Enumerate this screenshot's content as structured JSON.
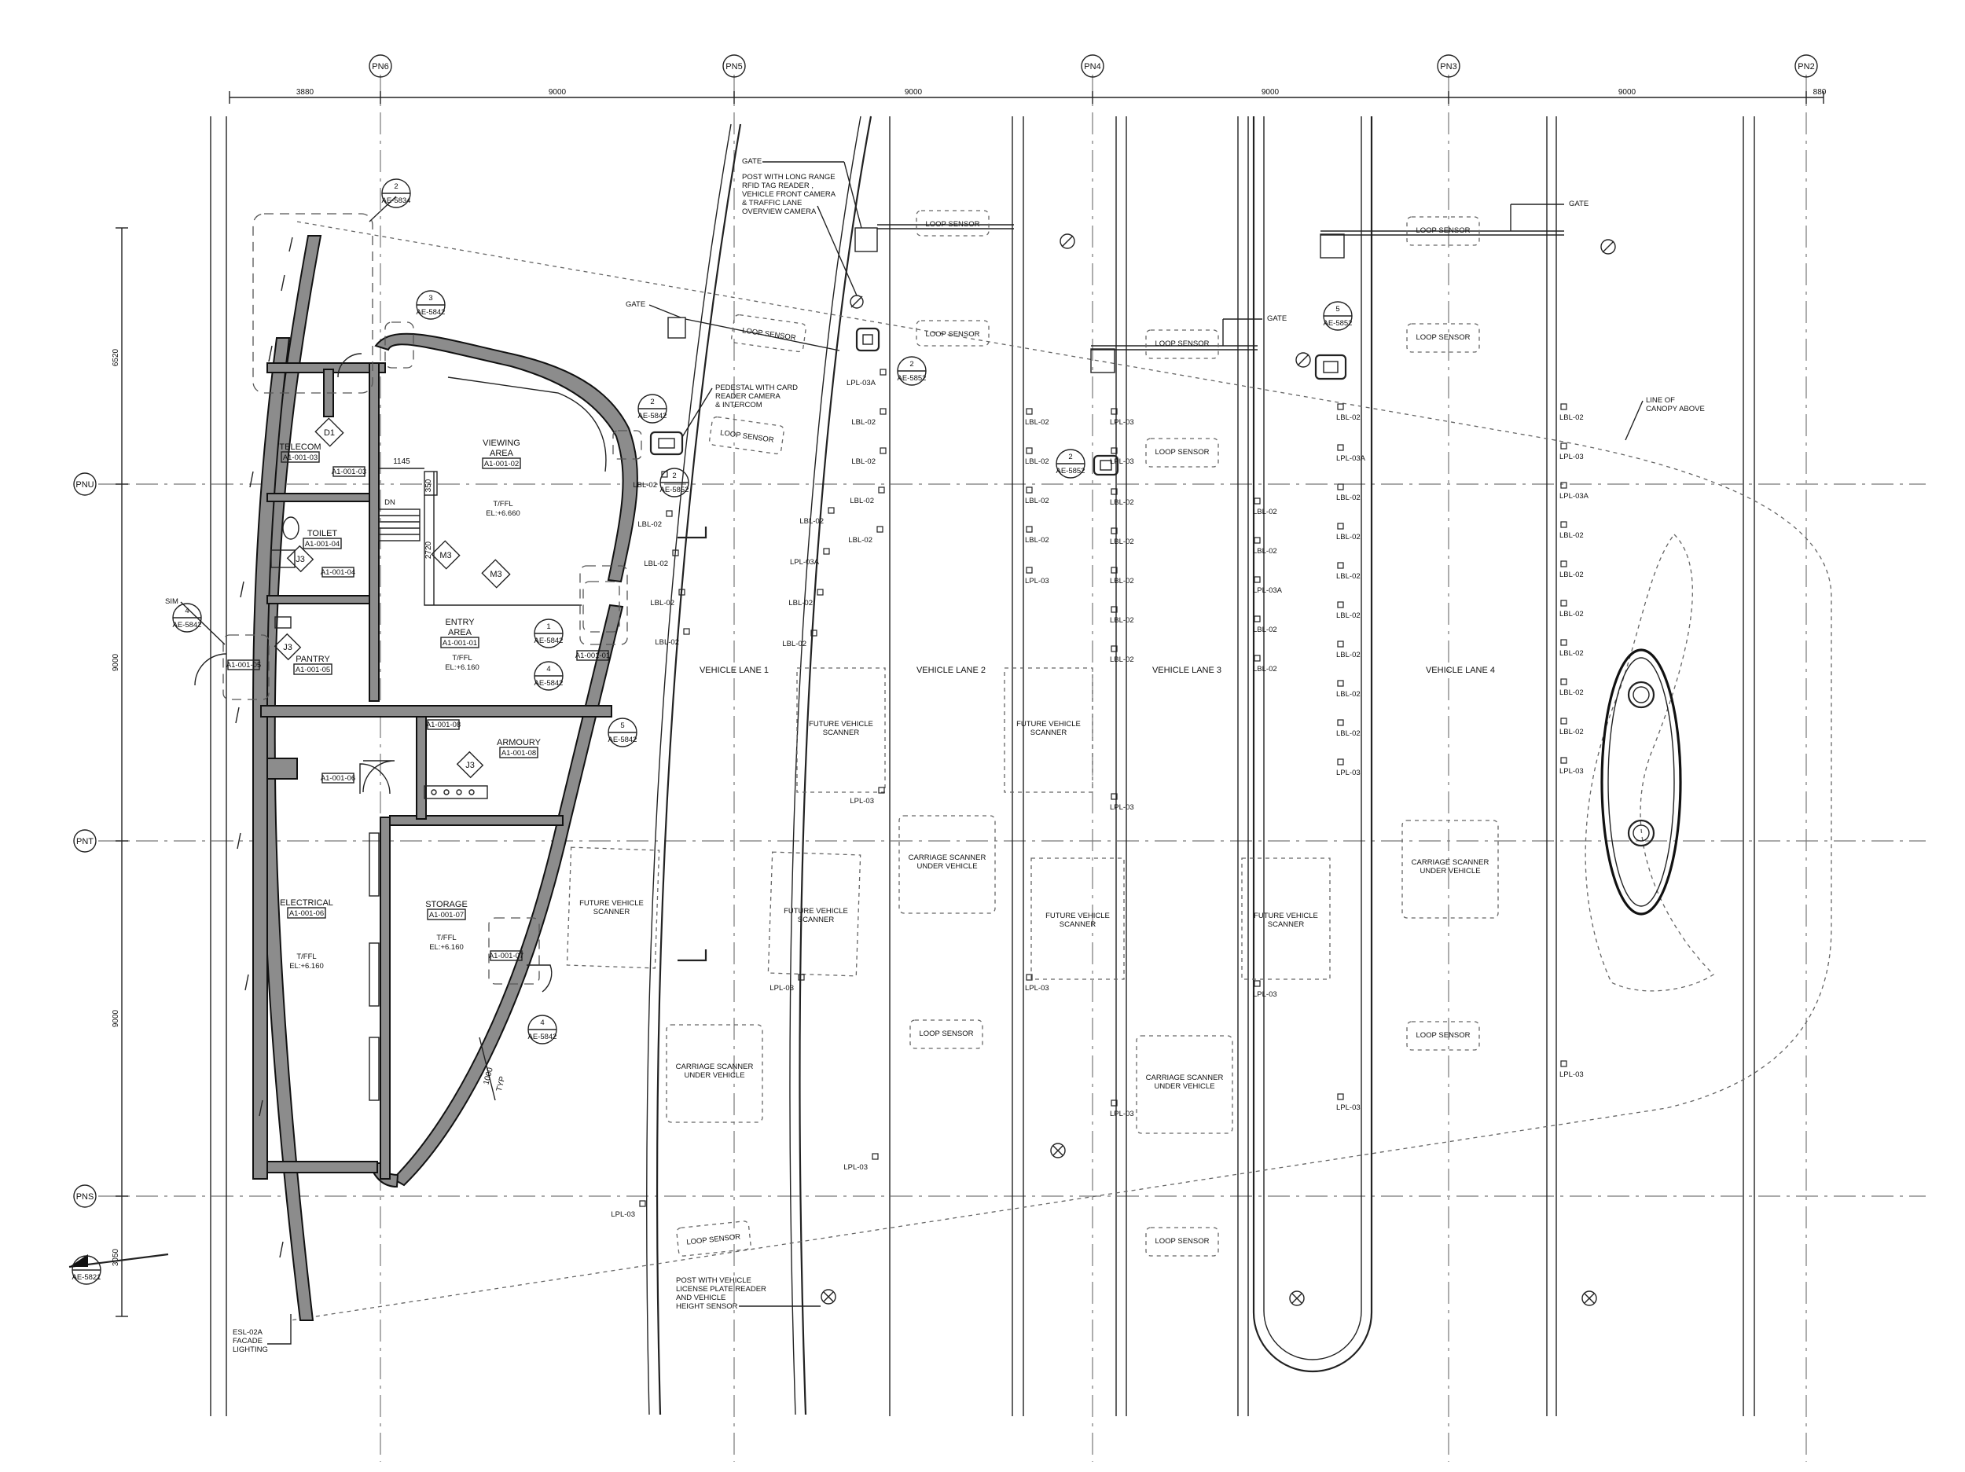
{
  "grid": {
    "columns": [
      "PN6",
      "PN5",
      "PN4",
      "PN3",
      "PN2"
    ],
    "rows": [
      "PNU",
      "PNT",
      "PNS"
    ],
    "top_dims": [
      "3880",
      "9000",
      "9000",
      "9000",
      "9000",
      "880"
    ],
    "left_dims": [
      "6520",
      "9000",
      "9000",
      "3050"
    ]
  },
  "rooms": {
    "telecom": {
      "name": "TELECOM",
      "code": "A1-001-03"
    },
    "toilet": {
      "name": "TOILET",
      "code": "A1-001-04"
    },
    "pantry": {
      "name": "PANTRY",
      "code": "A1-001-05"
    },
    "viewing": {
      "name1": "VIEWING",
      "name2": "AREA",
      "code": "A1-001-02",
      "level1": "T/FFL",
      "level2": "EL:+6.660"
    },
    "entry": {
      "name1": "ENTRY",
      "name2": "AREA",
      "code": "A1-001-01",
      "level1": "T/FFL",
      "level2": "EL:+6.160"
    },
    "armoury": {
      "name": "ARMOURY",
      "code": "A1-001-08"
    },
    "electrical": {
      "name": "ELECTRICAL",
      "code": "A1-001-06",
      "level1": "T/FFL",
      "level2": "EL:+6.160"
    },
    "storage": {
      "name": "STORAGE",
      "code": "A1-001-07",
      "level1": "T/FFL",
      "level2": "EL:+6.160"
    }
  },
  "doors": {
    "d03": "A1-001-03",
    "d04": "A1-001-04",
    "d05": "A1-001-05",
    "d06": "A1-001-06",
    "d08": "A1-001-08",
    "d01": "A1-001-01",
    "d07": "A1-001-07"
  },
  "type_marks": {
    "d1": "D1",
    "j3": "J3",
    "m3": "M3"
  },
  "stair": {
    "dn": "DN"
  },
  "plan_dims": {
    "d1145": "1145",
    "d350": "350",
    "d2720": "2720",
    "d1000": "1000",
    "typ": "TYP"
  },
  "callouts": {
    "c1": {
      "num": "2",
      "ref": "AE-5834"
    },
    "c2": {
      "num": "3",
      "ref": "AE-5842"
    },
    "c3": {
      "num": "2",
      "ref": "AE-5842"
    },
    "c4": {
      "num": "2",
      "ref": "AE-5852"
    },
    "c5": {
      "num": "4",
      "ref": "AE-5842"
    },
    "c6": {
      "num": "1",
      "ref": "AE-5842"
    },
    "c7": {
      "num": "4",
      "ref": "AE-5842"
    },
    "c8": {
      "num": "5",
      "ref": "AE-5842"
    },
    "c9": {
      "num": "4",
      "ref": "AE-5842"
    },
    "c10": {
      "num": "2",
      "ref": "AE-5852"
    },
    "c11": {
      "num": "2",
      "ref": "AE-5852"
    },
    "c12": {
      "num": "5",
      "ref": "AE-5852"
    },
    "section": {
      "num": "1",
      "ref": "AE-5821"
    }
  },
  "notes": {
    "gate": "GATE",
    "post_rfid": [
      "POST WITH LONG RANGE",
      "RFID TAG READER ,",
      "VEHICLE FRONT CAMERA",
      "& TRAFFIC LANE",
      "OVERVIEW CAMERA"
    ],
    "pedestal": [
      "PEDESTAL WITH CARD",
      "READER CAMERA",
      "& INTERCOM"
    ],
    "canopy": [
      "LINE OF",
      "CANOPY ABOVE"
    ],
    "post_lpr": [
      "POST WITH VEHICLE",
      "LICENSE PLATE READER",
      "AND VEHICLE",
      "HEIGHT SENSOR"
    ],
    "esl": [
      "ESL-02A",
      "FACADE",
      "LIGHTING"
    ],
    "sim": "SIM"
  },
  "lanes": [
    "VEHICLE LANE 1",
    "VEHICLE LANE 2",
    "VEHICLE LANE 3",
    "VEHICLE LANE 4"
  ],
  "equipment": {
    "loop_sensor": "LOOP SENSOR",
    "future_scanner": [
      "FUTURE VEHICLE",
      "SCANNER"
    ],
    "carriage_scanner": [
      "CARRIAGE SCANNER",
      "UNDER VEHICLE"
    ]
  },
  "lights": {
    "lbl02": "LBL-02",
    "lpl03": "LPL-03",
    "lpl03a": "LPL-03A"
  }
}
